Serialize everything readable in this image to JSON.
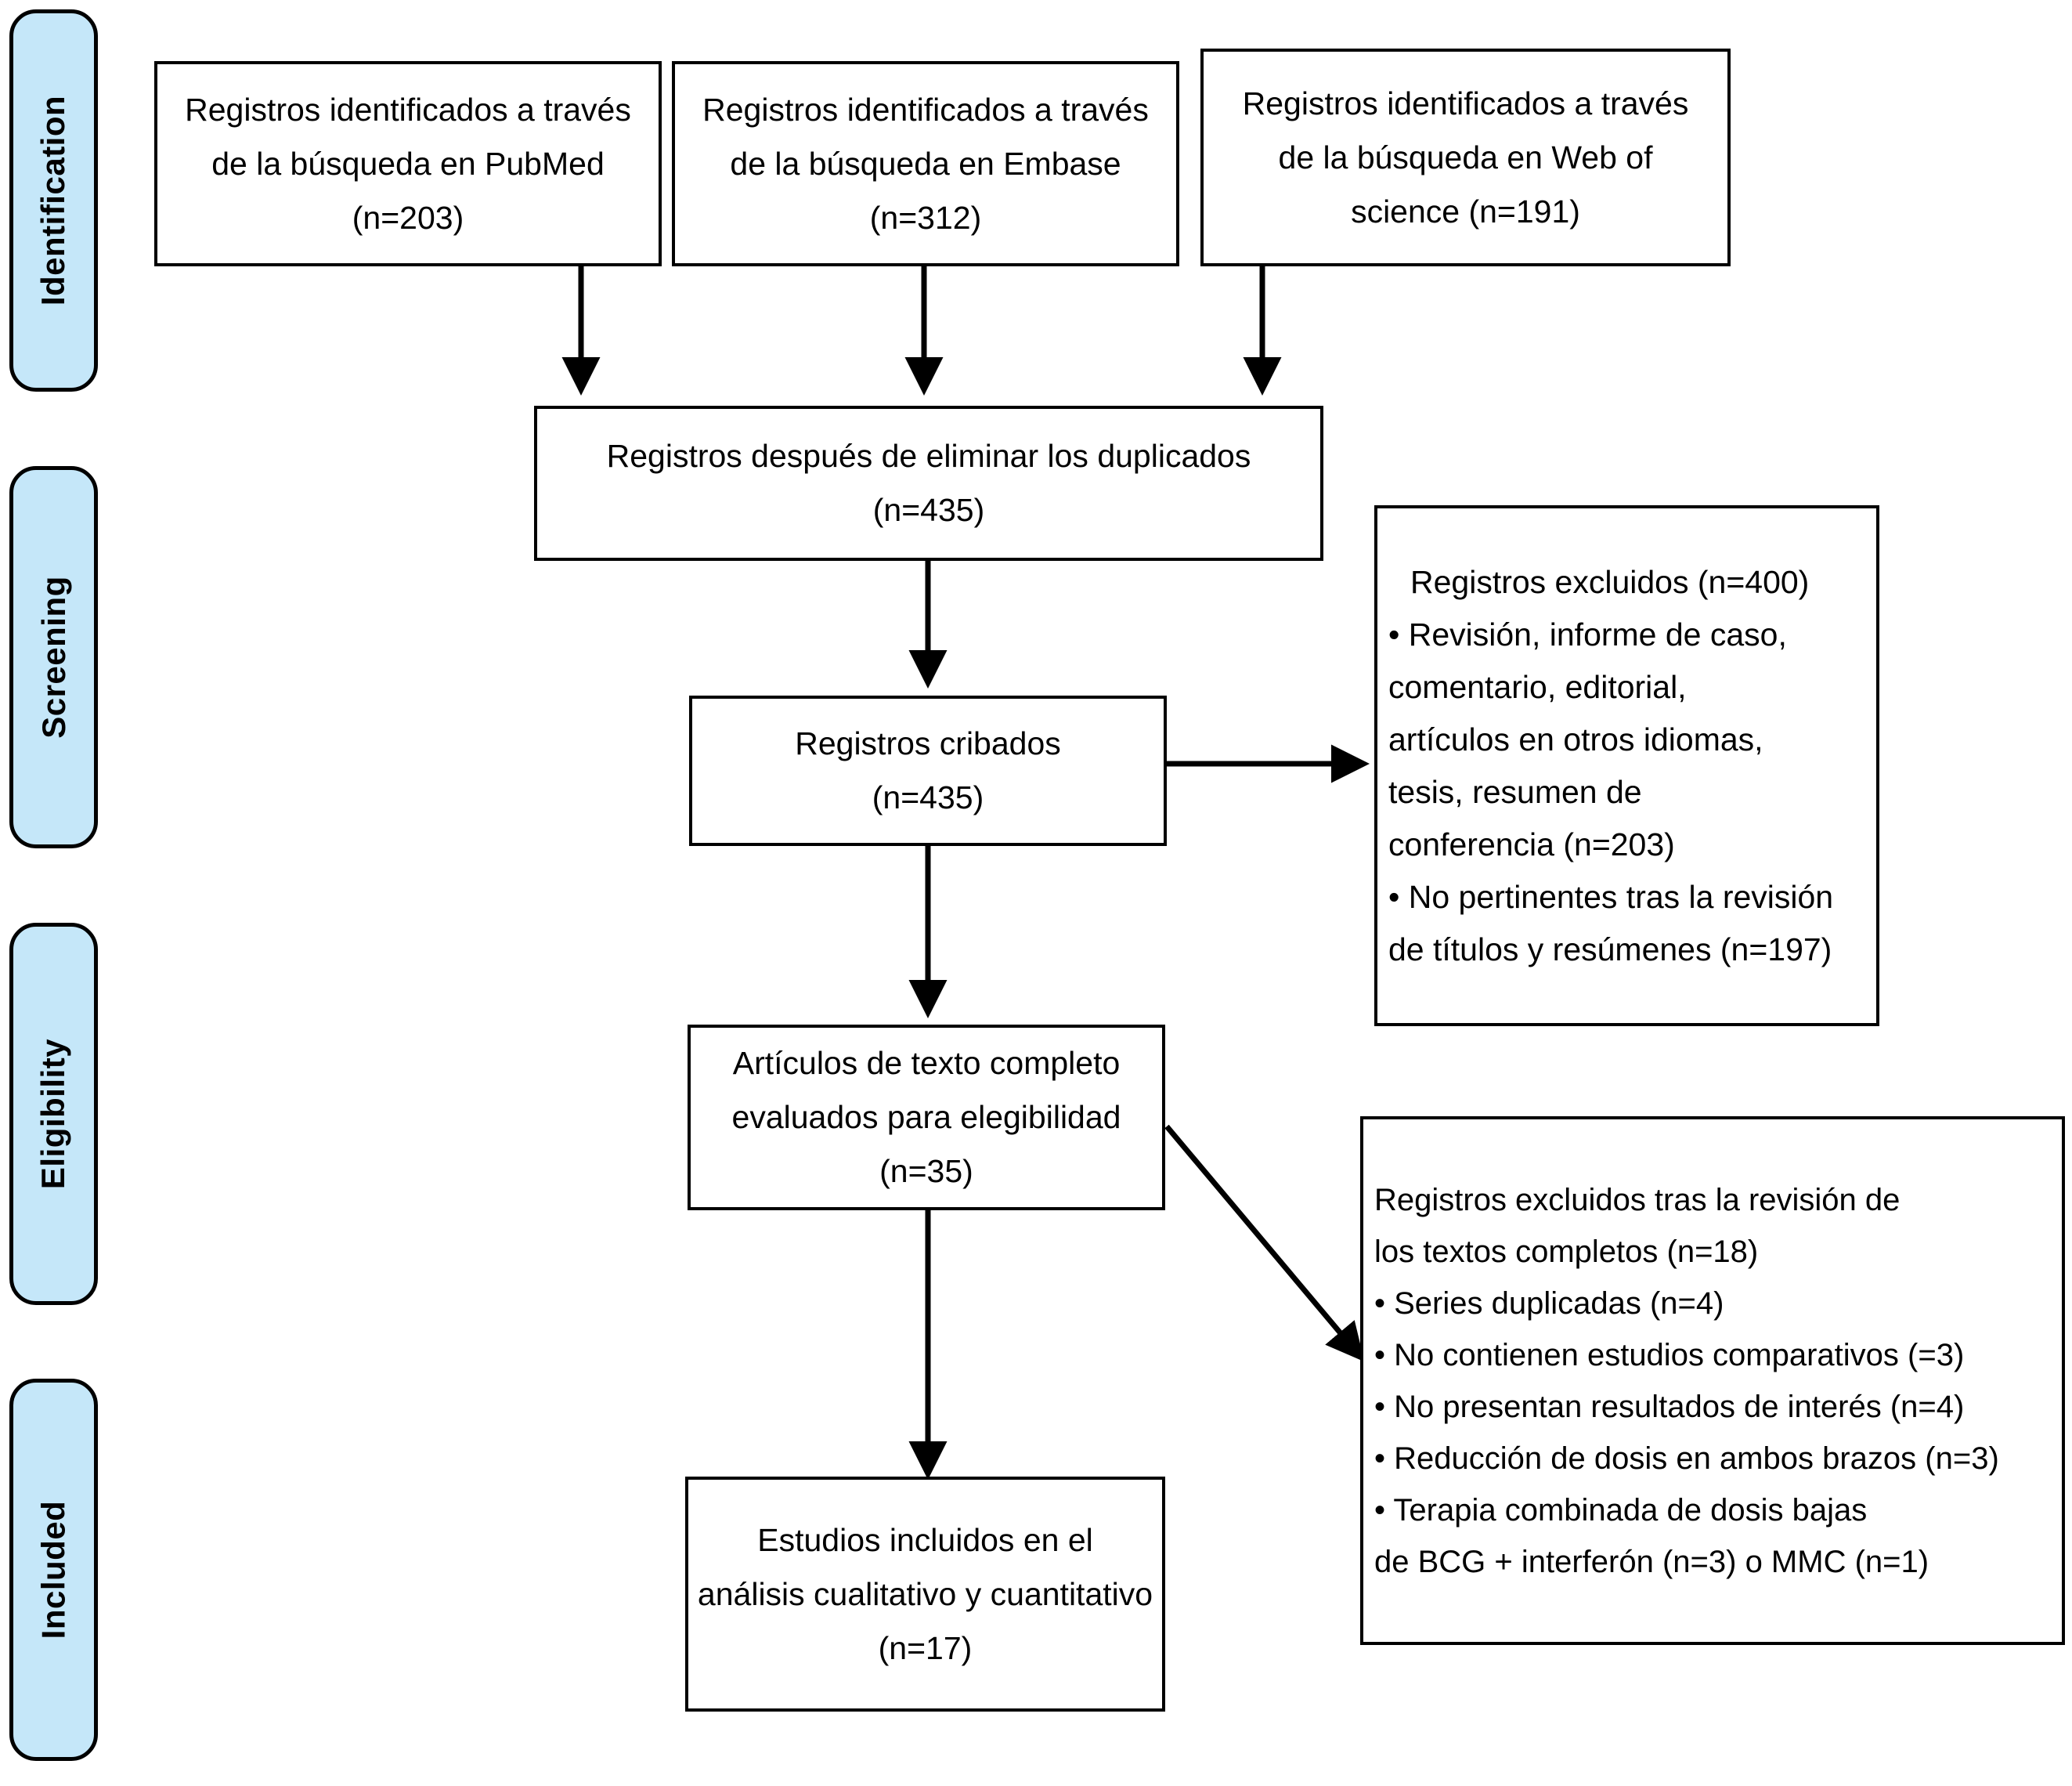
{
  "diagram": {
    "title": "PRISMA flow diagram",
    "accent_color": "#c5e7f9",
    "line_color": "#000000"
  },
  "stages": [
    {
      "label": "Identification"
    },
    {
      "label": "Screening"
    },
    {
      "label": "Eligibility"
    },
    {
      "label": "Included"
    }
  ],
  "boxes": {
    "pubmed": {
      "l1": "Registros identificados a través",
      "l2": "de la búsqueda en PubMed",
      "l3": "(n=203)"
    },
    "embase": {
      "l1": "Registros identificados a través",
      "l2": "de la búsqueda en Embase",
      "l3": "(n=312)"
    },
    "wos": {
      "l1": "Registros identificados a través",
      "l2": "de la búsqueda en Web of",
      "l3": "science (n=191)"
    },
    "deduplicated": {
      "l1": "Registros después de eliminar los duplicados",
      "l2": "(n=435)"
    },
    "screened": {
      "l1": "Registros cribados",
      "l2": "(n=435)"
    },
    "fulltext": {
      "l1": "Artículos de texto completo",
      "l2": "evaluados para elegibilidad",
      "l3": "(n=35)"
    },
    "included": {
      "l1": "Estudios incluidos en el",
      "l2": "análisis cualitativo y cuantitativo",
      "l3": "(n=17)"
    },
    "excluded_screening": {
      "l1": "Registros excluidos (n=400)",
      "l2": "•  Revisión, informe de caso,",
      "l3": "comentario, editorial,",
      "l4": "artículos en otros idiomas,",
      "l5": "tesis, resumen de",
      "l6": "conferencia (n=203)",
      "l7": "•  No pertinentes tras la revisión",
      "l8": "de títulos y resúmenes (n=197)"
    },
    "excluded_eligibility": {
      "l1": "Registros excluidos tras la revisión de",
      "l2": "los textos completos (n=18)",
      "l3": "• Series duplicadas (n=4)",
      "l4": "• No contienen estudios comparativos (=3)",
      "l5": "• No presentan resultados de interés (n=4)",
      "l6": "• Reducción de dosis en ambos brazos (n=3)",
      "l7": "• Terapia combinada de dosis bajas",
      "l8": "de BCG + interferón (n=3) o MMC (n=1)"
    }
  },
  "chart_data": {
    "type": "diagram",
    "title": "PRISMA flow diagram",
    "nodes": [
      {
        "id": "pubmed",
        "stage": "Identification",
        "label": "Registros identificados a través de la búsqueda en PubMed",
        "n": 203
      },
      {
        "id": "embase",
        "stage": "Identification",
        "label": "Registros identificados a través de la búsqueda en Embase",
        "n": 312
      },
      {
        "id": "wos",
        "stage": "Identification",
        "label": "Registros identificados a través de la búsqueda en Web of science",
        "n": 191
      },
      {
        "id": "deduplicated",
        "stage": "Identification",
        "label": "Registros después de eliminar los duplicados",
        "n": 435
      },
      {
        "id": "screened",
        "stage": "Screening",
        "label": "Registros cribados",
        "n": 435
      },
      {
        "id": "excluded_screening",
        "stage": "Screening",
        "label": "Registros excluidos",
        "n": 400
      },
      {
        "id": "fulltext",
        "stage": "Eligibility",
        "label": "Artículos de texto completo evaluados para elegibilidad",
        "n": 35
      },
      {
        "id": "excluded_eligibility",
        "stage": "Eligibility",
        "label": "Registros excluidos tras la revisión de los textos completos",
        "n": 18
      },
      {
        "id": "included",
        "stage": "Included",
        "label": "Estudios incluidos en el análisis cualitativo y cuantitativo",
        "n": 17
      }
    ],
    "edges": [
      {
        "from": "pubmed",
        "to": "deduplicated"
      },
      {
        "from": "embase",
        "to": "deduplicated"
      },
      {
        "from": "wos",
        "to": "deduplicated"
      },
      {
        "from": "deduplicated",
        "to": "screened"
      },
      {
        "from": "screened",
        "to": "excluded_screening"
      },
      {
        "from": "screened",
        "to": "fulltext"
      },
      {
        "from": "fulltext",
        "to": "excluded_eligibility"
      },
      {
        "from": "fulltext",
        "to": "included"
      }
    ],
    "exclusion_reasons_screening": [
      {
        "reason": "Revisión, informe de caso, comentario, editorial, artículos en otros idiomas, tesis, resumen de conferencia",
        "n": 203
      },
      {
        "reason": "No pertinentes tras la revisión de títulos y resúmenes",
        "n": 197
      }
    ],
    "exclusion_reasons_eligibility": [
      {
        "reason": "Series duplicadas",
        "n": 4
      },
      {
        "reason": "No contienen estudios comparativos",
        "n": 3
      },
      {
        "reason": "No presentan resultados de interés",
        "n": 4
      },
      {
        "reason": "Reducción de dosis en ambos brazos",
        "n": 3
      },
      {
        "reason": "Terapia combinada de dosis bajas de BCG + interferón",
        "n": 3
      },
      {
        "reason": "Terapia combinada de dosis bajas de MMC",
        "n": 1
      }
    ]
  }
}
